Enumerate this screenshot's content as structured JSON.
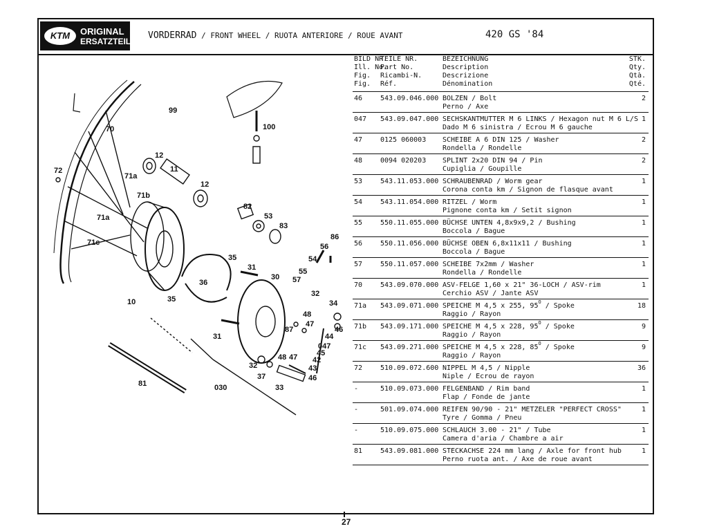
{
  "header": {
    "logo_brand": "KTM",
    "logo_line1": "ORIGINAL",
    "logo_line2": "ERSATZTEILE",
    "title_de": "VORDERRAD",
    "title_rest": " / FRONT WHEEL / RUOTA ANTERIORE / ROUE AVANT",
    "model": "420 GS '84"
  },
  "table_header": {
    "fig": "BILD NR.\nIll. No.\nFig.\nFig.",
    "part": "TEILE NR.\nPart No.\nRicambi-N.\nRéf.",
    "desc": "BEZEICHNUNG\nDescription\nDescrizione\nDénomination",
    "qty": "STK.\nQty.\nQtà.\nQté."
  },
  "parts": [
    {
      "fig": "46",
      "part": "543.09.046.000",
      "desc1": "BOLZEN / Bolt",
      "desc2": "Perno / Axe",
      "qty": "2"
    },
    {
      "fig": "047",
      "part": "543.09.047.000",
      "desc1": "SECHSKANTMUTTER M 6 LINKS / Hexagon nut M 6 L/S",
      "desc2": "Dado M 6 sinistra / Ecrou M 6 gauche",
      "qty": "1"
    },
    {
      "fig": "47",
      "part": "0125 060003",
      "desc1": "SCHEIBE A 6 DIN 125 / Washer",
      "desc2": "Rondella / Rondelle",
      "qty": "2"
    },
    {
      "fig": "48",
      "part": "0094 020203",
      "desc1": "SPLINT 2x20 DIN 94 / Pin",
      "desc2": "Cupiglia / Goupille",
      "qty": "2"
    },
    {
      "fig": "53",
      "part": "543.11.053.000",
      "desc1": "SCHRAUBENRAD / Worm gear",
      "desc2": "Corona conta km / Signon de flasque avant",
      "qty": "1"
    },
    {
      "fig": "54",
      "part": "543.11.054.000",
      "desc1": "RITZEL / Worm",
      "desc2": "Pignone conta km / Setit signon",
      "qty": "1"
    },
    {
      "fig": "55",
      "part": "550.11.055.000",
      "desc1": "BÜCHSE UNTEN 4,8x9x9,2 / Bushing",
      "desc2": "Boccola / Bague",
      "qty": "1"
    },
    {
      "fig": "56",
      "part": "550.11.056.000",
      "desc1": "BÜCHSE OBEN 6,8x11x11 / Bushing",
      "desc2": "Boccola / Bague",
      "qty": "1"
    },
    {
      "fig": "57",
      "part": "550.11.057.000",
      "desc1": "SCHEIBE 7x2mm / Washer",
      "desc2": "Rondella / Rondelle",
      "qty": "1"
    },
    {
      "fig": "70",
      "part": "543.09.070.000",
      "desc1": "ASV-FELGE 1,60 x 21\" 36-LOCH / ASV-rim",
      "desc2": "Cerchio ASV / Jante ASV",
      "qty": "1"
    },
    {
      "fig": "71a",
      "part": "543.09.071.000",
      "desc1": "SPEICHE M 4,5 x 255, 95",
      "sup": "O",
      "desc1b": " / Spoke",
      "desc2": "Raggio / Rayon",
      "qty": "18"
    },
    {
      "fig": "71b",
      "part": "543.09.171.000",
      "desc1": "SPEICHE M 4,5 x 228, 95",
      "sup": "O",
      "desc1b": " / Spoke",
      "desc2": "Raggio / Rayon",
      "qty": "9"
    },
    {
      "fig": "71c",
      "part": "543.09.271.000",
      "desc1": "SPEICHE M 4,5 x 228, 85",
      "sup": "O",
      "desc1b": " / Spoke",
      "desc2": "Raggio / Rayon",
      "qty": "9"
    },
    {
      "fig": "72",
      "part": "510.09.072.600",
      "desc1": "NIPPEL M 4,5 / Nipple",
      "desc2": "Niple / Ecrou de rayon",
      "qty": "36"
    },
    {
      "fig": "-",
      "part": "510.09.073.000",
      "desc1": "FELGENBAND / Rim band",
      "desc2": "Flap / Fonde de jante",
      "qty": "1"
    },
    {
      "fig": "-",
      "part": "501.09.074.000",
      "desc1": "REIFEN 90/90 - 21\" METZELER \"PERFECT CROSS\"",
      "desc2": "Tyre / Gomma / Pneu",
      "qty": "1"
    },
    {
      "fig": "-",
      "part": "510.09.075.000",
      "desc1": "SCHLAUCH 3.00 - 21\" / Tube",
      "desc2": "Camera d'aria / Chambre a air",
      "qty": "1"
    },
    {
      "fig": "81",
      "part": "543.09.081.000",
      "desc1": "STECKACHSE 224 mm lang / Axle for front hub",
      "desc2": "Perno ruota ant. / Axe de roue avant",
      "qty": "1"
    }
  ],
  "diagram_labels": [
    "99",
    "100",
    "70",
    "12",
    "11",
    "72",
    "71a",
    "12",
    "71b",
    "82",
    "71a",
    "53",
    "83",
    "86",
    "71c",
    "56",
    "35",
    "54",
    "31",
    "55",
    "30",
    "57",
    "36",
    "32",
    "10",
    "35",
    "34",
    "48",
    "47",
    "46",
    "87",
    "44",
    "31",
    "047",
    "45",
    "48",
    "47",
    "42",
    "32",
    "43",
    "37",
    "46",
    "81",
    "030",
    "33"
  ],
  "page_number": "27"
}
